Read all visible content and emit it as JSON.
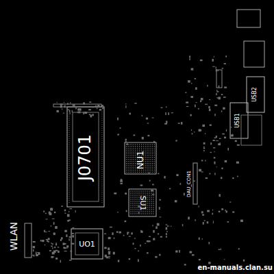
{
  "diagram": {
    "labels": [
      "J0701",
      "NU1",
      "SU1",
      "UO1",
      "WLAN",
      "DAU_CON1",
      "USB1",
      "USB2",
      "en-manuals.clan.su"
    ]
  }
}
